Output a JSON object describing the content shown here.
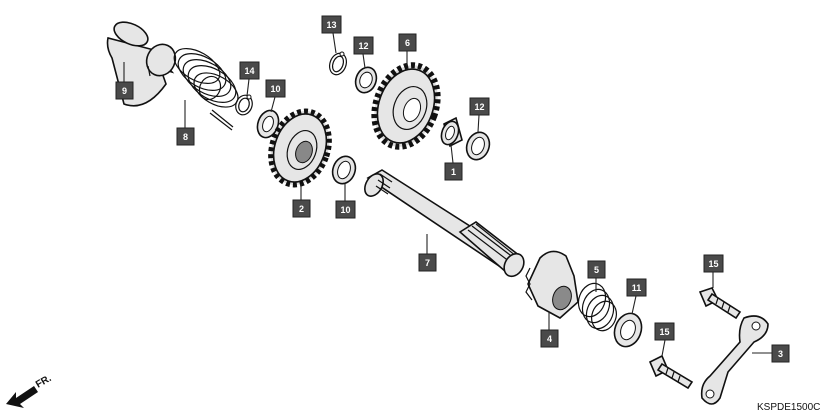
{
  "diagram_code": "KSPDE1500C",
  "direction_label": "FR.",
  "callouts": {
    "c1": "1",
    "c2": "2",
    "c3": "3",
    "c4": "4",
    "c5": "5",
    "c6": "6",
    "c7": "7",
    "c8": "8",
    "c9": "9",
    "c10a": "10",
    "c10b": "10",
    "c11": "11",
    "c12a": "12",
    "c12b": "12",
    "c13": "13",
    "c14": "14",
    "c15a": "15",
    "c15b": "15"
  },
  "colors": {
    "callout_fill": "#4a4a4a",
    "line": "#111111"
  }
}
